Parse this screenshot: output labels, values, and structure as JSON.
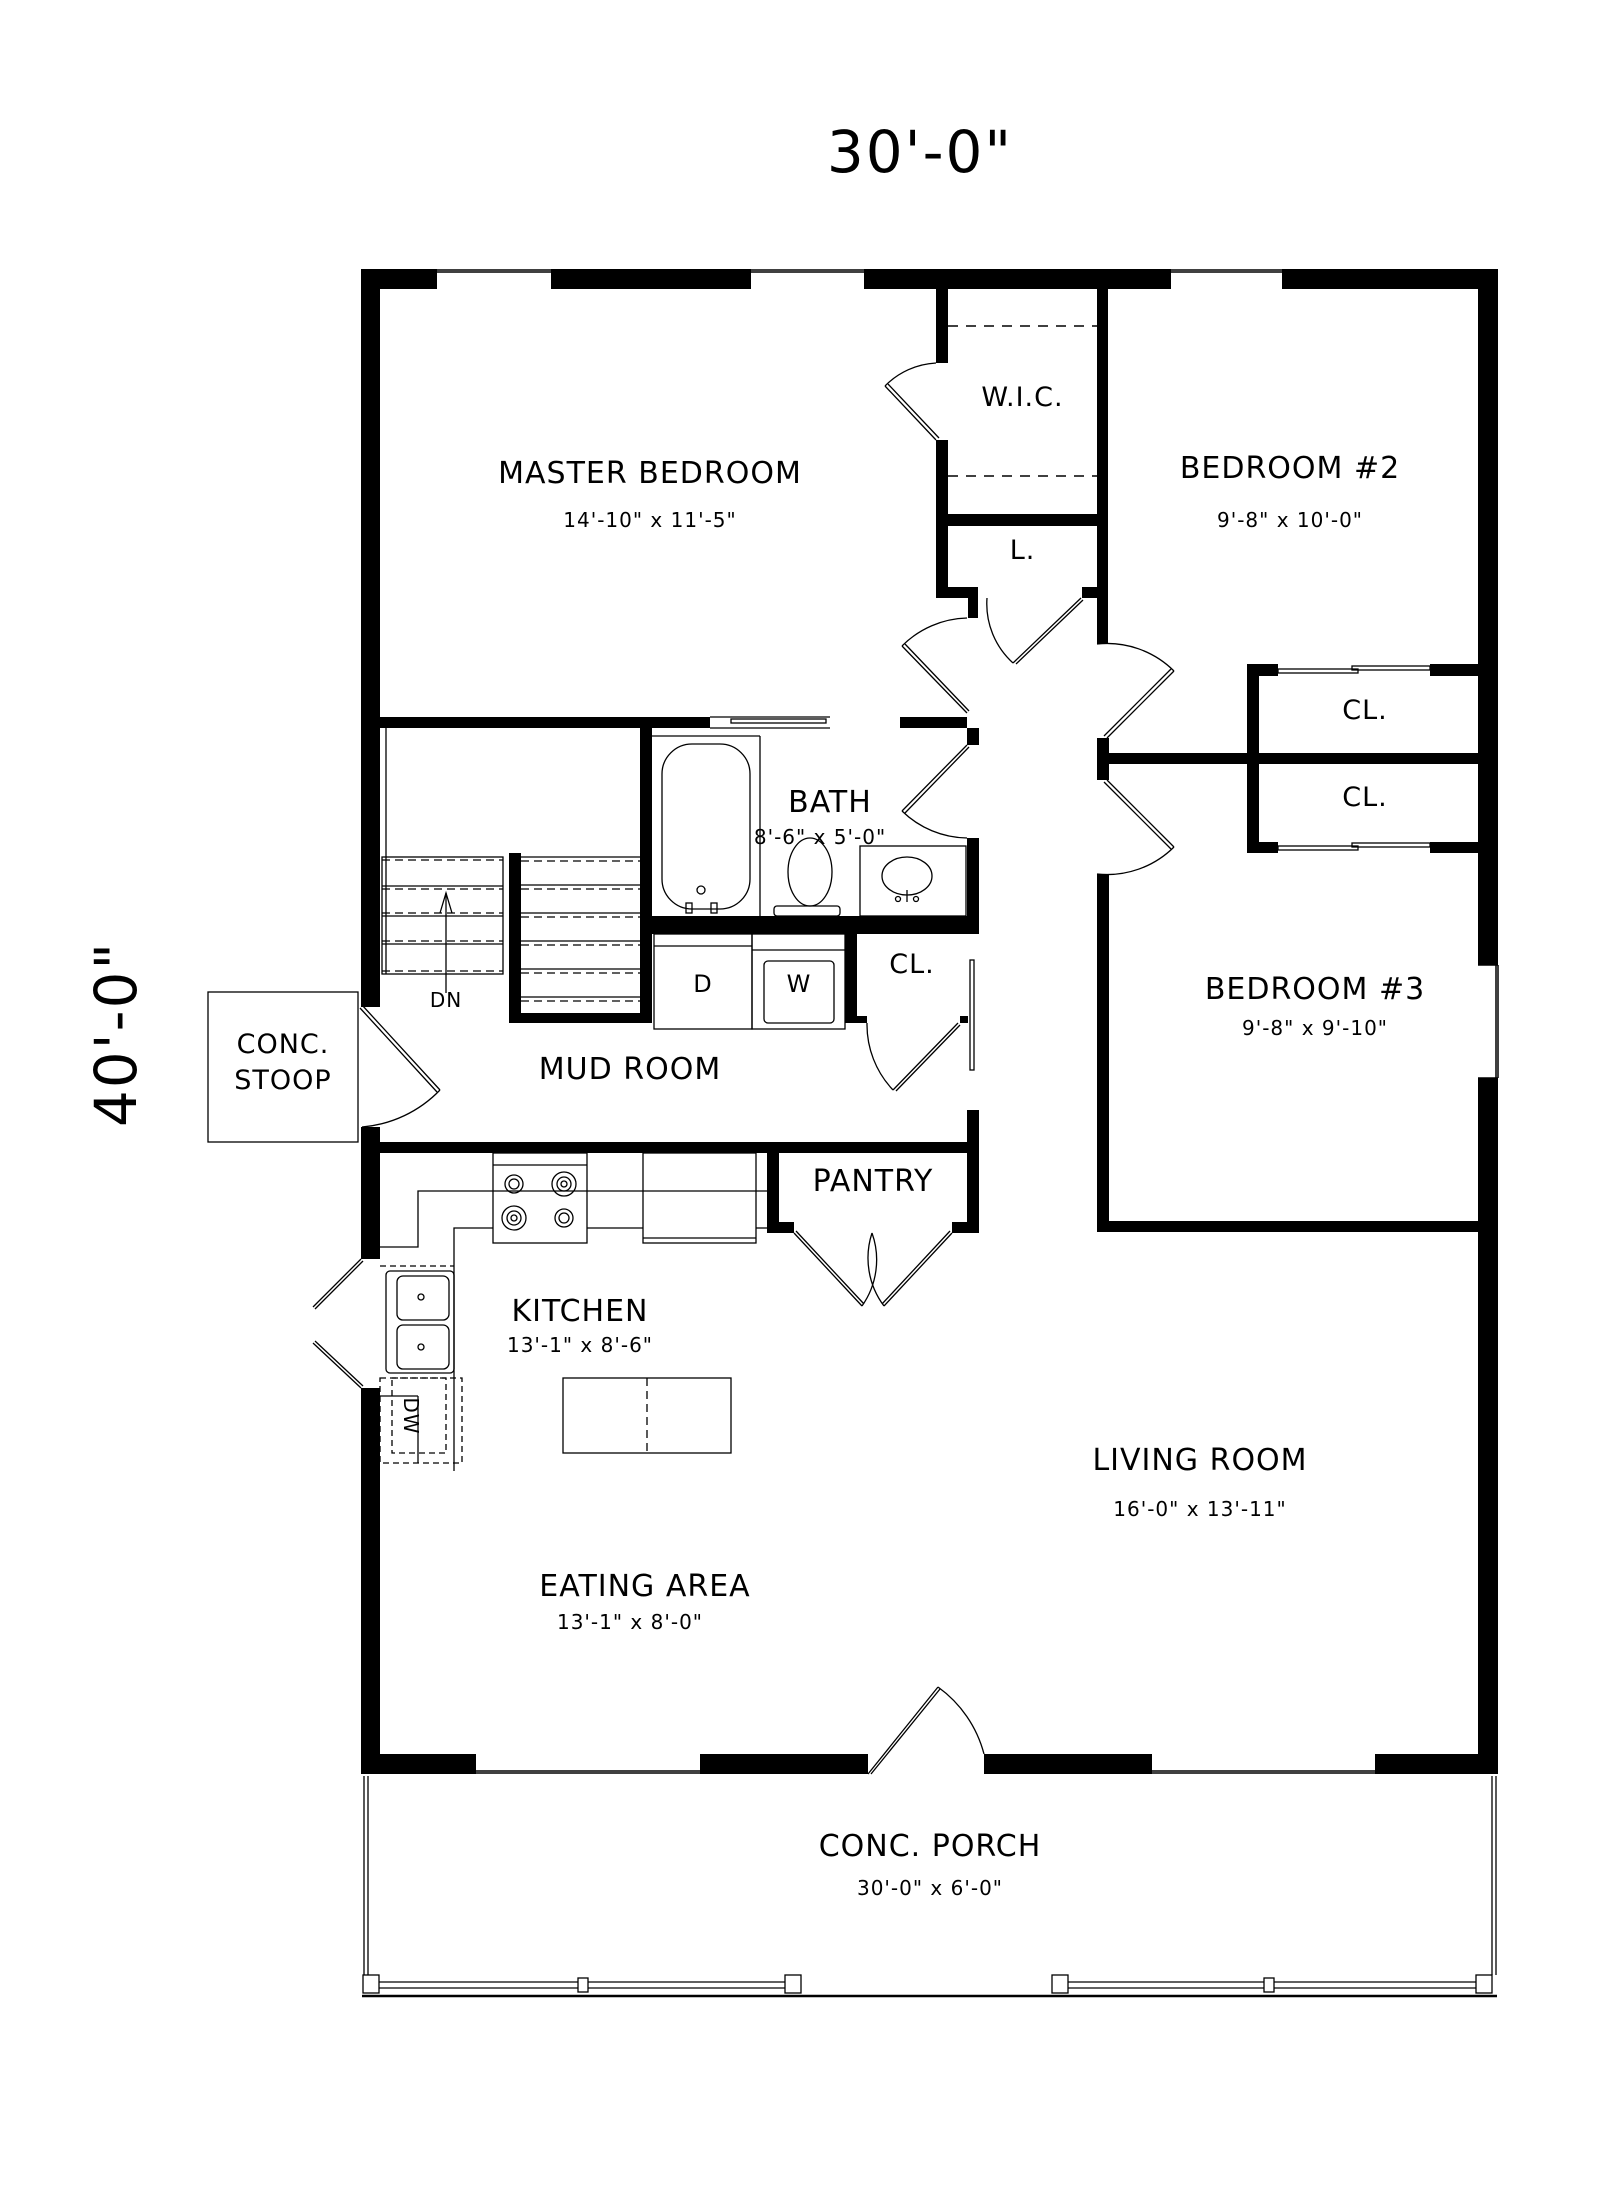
{
  "plan": {
    "overall_width": "30'-0\"",
    "overall_depth": "40'-0\"",
    "colors": {
      "wall": "#000000",
      "background": "#ffffff",
      "line": "#000000"
    }
  },
  "rooms": {
    "master_bedroom": {
      "name": "MASTER BEDROOM",
      "dims": "14'-10\" x 11'-5\""
    },
    "wic": {
      "name": "W.I.C."
    },
    "linen": {
      "name": "L."
    },
    "bedroom2": {
      "name": "BEDROOM #2",
      "dims": "9'-8\" x 10'-0\""
    },
    "closet_br2": {
      "name": "CL."
    },
    "closet_br3": {
      "name": "CL."
    },
    "bedroom3": {
      "name": "BEDROOM #3",
      "dims": "9'-8\" x 9'-10\""
    },
    "bath": {
      "name": "BATH",
      "dims": "8'-6\" x 5'-0\""
    },
    "mud_closet": {
      "name": "CL."
    },
    "mud_room": {
      "name": "MUD ROOM"
    },
    "stoop": {
      "name_line1": "CONC.",
      "name_line2": "STOOP"
    },
    "stairs": {
      "label": "DN"
    },
    "pantry": {
      "name": "PANTRY"
    },
    "kitchen": {
      "name": "KITCHEN",
      "dims": "13'-1\" x 8'-6\""
    },
    "eating_area": {
      "name": "EATING AREA",
      "dims": "13'-1\" x 8'-0\""
    },
    "living_room": {
      "name": "LIVING ROOM",
      "dims": "16'-0\" x 13'-11\""
    },
    "porch": {
      "name": "CONC. PORCH",
      "dims": "30'-0\" x 6'-0\""
    }
  },
  "appliances": {
    "dryer": "D",
    "washer": "W",
    "dishwasher": "DW"
  }
}
